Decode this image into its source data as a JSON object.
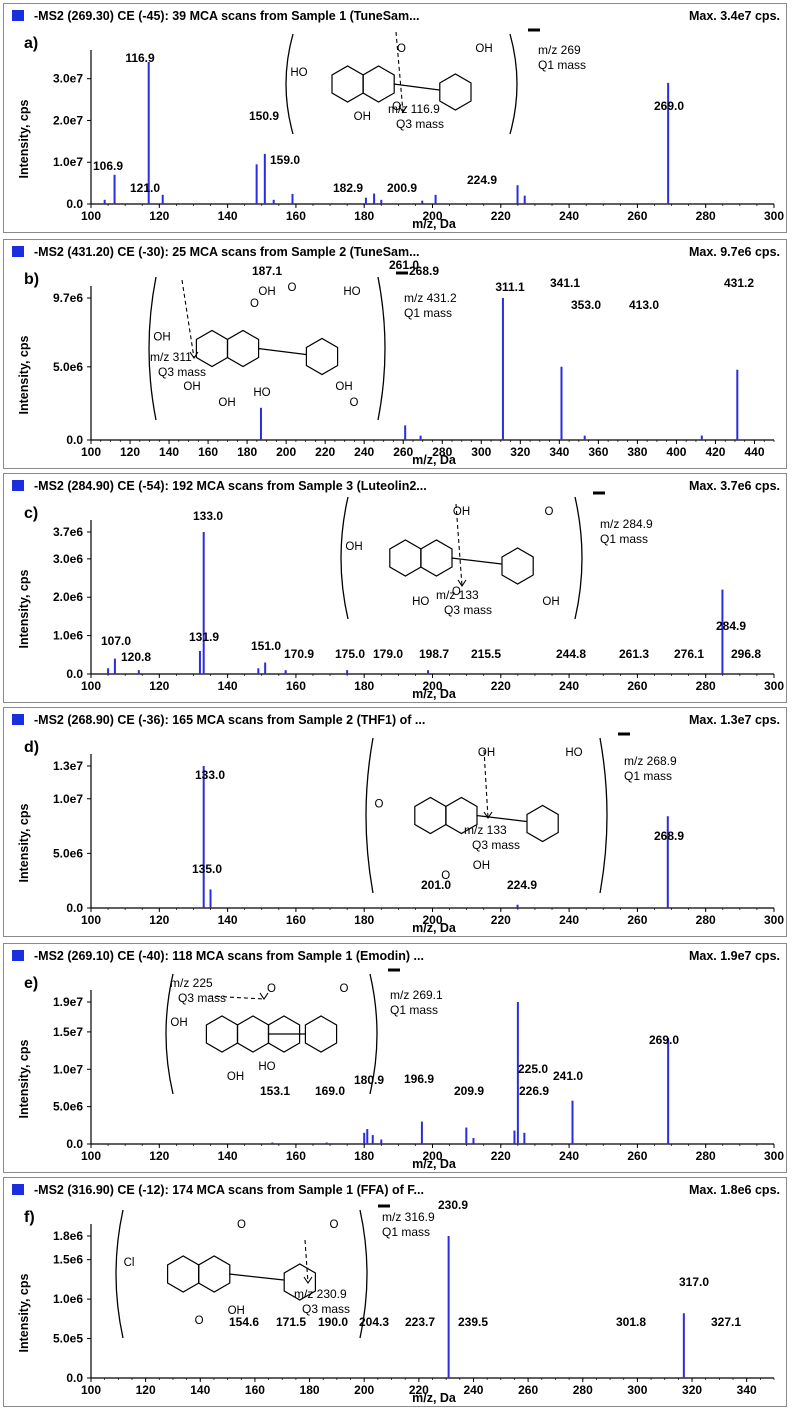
{
  "chart_data": [
    {
      "type": "bar",
      "panel_label": "a)",
      "header": "-MS2 (269.30) CE (-45): 39 MCA scans from Sample 1 (TuneSam...",
      "max_label": "Max. 3.4e7 cps.",
      "xlabel": "m/z, Da",
      "ylabel": "Intensity, cps",
      "xlim": [
        100,
        300
      ],
      "ylim": [
        0,
        34000000.0
      ],
      "xticks": [
        100,
        120,
        140,
        160,
        180,
        200,
        220,
        240,
        260,
        280,
        300
      ],
      "yticks": [
        {
          "v": 0,
          "label": "0.0"
        },
        {
          "v": 10000000.0,
          "label": "1.0e7"
        },
        {
          "v": 20000000.0,
          "label": "2.0e7"
        },
        {
          "v": 30000000.0,
          "label": "3.0e7"
        }
      ],
      "peaks": [
        {
          "x": 104,
          "y": 1000000.0
        },
        {
          "x": 106.9,
          "y": 7000000.0
        },
        {
          "x": 116.9,
          "y": 34000000.0
        },
        {
          "x": 121.0,
          "y": 2200000.0
        },
        {
          "x": 148.5,
          "y": 9500000.0
        },
        {
          "x": 150.9,
          "y": 12000000.0
        },
        {
          "x": 153.5,
          "y": 1000000.0
        },
        {
          "x": 159.0,
          "y": 2400000.0
        },
        {
          "x": 180.5,
          "y": 1500000.0
        },
        {
          "x": 182.9,
          "y": 2500000.0
        },
        {
          "x": 185,
          "y": 1000000.0
        },
        {
          "x": 197,
          "y": 800000.0
        },
        {
          "x": 200.9,
          "y": 2200000.0
        },
        {
          "x": 224.9,
          "y": 4500000.0
        },
        {
          "x": 227,
          "y": 2000000.0
        },
        {
          "x": 269.0,
          "y": 29000000.0
        }
      ],
      "peak_labels": [
        "106.9",
        "116.9",
        "121.0",
        "150.9",
        "159.0",
        "182.9",
        "200.9",
        "224.9",
        "269.0"
      ],
      "precursor_label": "m/z 269",
      "precursor_sub": "Q1 mass",
      "fragment_label": "m/z 116.9",
      "fragment_sub": "Q3 mass",
      "structure_labels": [
        "HO",
        "OH",
        "OH",
        "O",
        "O"
      ]
    },
    {
      "type": "bar",
      "panel_label": "b)",
      "header": "-MS2 (431.20) CE (-30): 25 MCA scans from Sample 2 (TuneSam...",
      "max_label": "Max. 9.7e6 cps.",
      "xlabel": "m/z, Da",
      "ylabel": "Intensity, cps",
      "xlim": [
        100,
        450
      ],
      "ylim": [
        0,
        9700000.0
      ],
      "xticks": [
        100,
        120,
        140,
        160,
        180,
        200,
        220,
        240,
        260,
        280,
        300,
        320,
        340,
        360,
        380,
        400,
        420,
        440
      ],
      "yticks": [
        {
          "v": 0,
          "label": "0.0"
        },
        {
          "v": 5000000.0,
          "label": "5.0e6"
        },
        {
          "v": 9700000.0,
          "label": "9.7e6"
        }
      ],
      "peaks": [
        {
          "x": 187.1,
          "y": 2200000.0
        },
        {
          "x": 261.0,
          "y": 1000000.0
        },
        {
          "x": 268.9,
          "y": 300000.0
        },
        {
          "x": 311.1,
          "y": 9700000.0
        },
        {
          "x": 341.1,
          "y": 5000000.0
        },
        {
          "x": 353.0,
          "y": 300000.0
        },
        {
          "x": 413.0,
          "y": 300000.0
        },
        {
          "x": 431.2,
          "y": 4800000.0
        }
      ],
      "peak_labels": [
        "187.1",
        "261.0",
        "268.9",
        "311.1",
        "341.1",
        "353.0",
        "413.0",
        "431.2"
      ],
      "precursor_label": "m/z 431.2",
      "precursor_sub": "Q1 mass",
      "fragment_label": "m/z 311",
      "fragment_sub": "Q3 mass",
      "structure_labels": [
        "OH",
        "HO",
        "OH",
        "HO",
        "OH",
        "O",
        "OH",
        "O",
        "O",
        "OH"
      ]
    },
    {
      "type": "bar",
      "panel_label": "c)",
      "header": "-MS2 (284.90) CE (-54): 192 MCA scans from Sample 3 (Luteolin2...",
      "max_label": "Max. 3.7e6 cps.",
      "xlabel": "m/z, Da",
      "ylabel": "Intensity, cps",
      "xlim": [
        100,
        300
      ],
      "ylim": [
        0,
        3700000.0
      ],
      "xticks": [
        100,
        120,
        140,
        160,
        180,
        200,
        220,
        240,
        260,
        280,
        300
      ],
      "yticks": [
        {
          "v": 0,
          "label": "0.0"
        },
        {
          "v": 1000000.0,
          "label": "1.0e6"
        },
        {
          "v": 2000000.0,
          "label": "2.0e6"
        },
        {
          "v": 3000000.0,
          "label": "3.0e6"
        },
        {
          "v": 3700000.0,
          "label": "3.7e6"
        }
      ],
      "peaks": [
        {
          "x": 105,
          "y": 150000.0
        },
        {
          "x": 107.0,
          "y": 400000.0
        },
        {
          "x": 114,
          "y": 100000.0
        },
        {
          "x": 131.9,
          "y": 600000.0
        },
        {
          "x": 133.0,
          "y": 3700000.0
        },
        {
          "x": 149,
          "y": 150000.0
        },
        {
          "x": 151.0,
          "y": 300000.0
        },
        {
          "x": 157,
          "y": 100000.0
        },
        {
          "x": 175.0,
          "y": 100000.0
        },
        {
          "x": 198.7,
          "y": 100000.0
        },
        {
          "x": 284.9,
          "y": 2200000.0
        }
      ],
      "peak_labels": [
        "107.0",
        "120.8",
        "131.9",
        "133.0",
        "151.0",
        "170.9",
        "175.0",
        "179.0",
        "198.7",
        "215.5",
        "244.8",
        "261.3",
        "276.1",
        "284.9",
        "296.8"
      ],
      "precursor_label": "m/z 284.9",
      "precursor_sub": "Q1 mass",
      "fragment_label": "m/z 133",
      "fragment_sub": "Q3 mass",
      "structure_labels": [
        "OH",
        "O",
        "HO",
        "O",
        "OH",
        "OH"
      ]
    },
    {
      "type": "bar",
      "panel_label": "d)",
      "header": "-MS2 (268.90) CE (-36): 165 MCA scans from Sample 2 (THF1) of ...",
      "max_label": "Max. 1.3e7 cps.",
      "xlabel": "m/z, Da",
      "ylabel": "Intensity, cps",
      "xlim": [
        100,
        300
      ],
      "ylim": [
        0,
        13000000.0
      ],
      "xticks": [
        100,
        120,
        140,
        160,
        180,
        200,
        220,
        240,
        260,
        280,
        300
      ],
      "yticks": [
        {
          "v": 0,
          "label": "0.0"
        },
        {
          "v": 5000000.0,
          "label": "5.0e6"
        },
        {
          "v": 10000000.0,
          "label": "1.0e7"
        },
        {
          "v": 13000000.0,
          "label": "1.3e7"
        }
      ],
      "peaks": [
        {
          "x": 133.0,
          "y": 13000000.0
        },
        {
          "x": 135.0,
          "y": 1700000.0
        },
        {
          "x": 201.0,
          "y": 50000.0
        },
        {
          "x": 224.9,
          "y": 300000.0
        },
        {
          "x": 268.9,
          "y": 8400000.0
        }
      ],
      "peak_labels": [
        "133.0",
        "135.0",
        "201.0",
        "224.9",
        "268.9"
      ],
      "precursor_label": "m/z 268.9",
      "precursor_sub": "Q1 mass",
      "fragment_label": "m/z 133",
      "fragment_sub": "Q3 mass",
      "structure_labels": [
        "O",
        "HO",
        "O",
        "OH",
        "OH"
      ]
    },
    {
      "type": "bar",
      "panel_label": "e)",
      "header": "-MS2 (269.10) CE (-40): 118 MCA scans from Sample 1 (Emodin) ...",
      "max_label": "Max. 1.9e7 cps.",
      "xlabel": "m/z, Da",
      "ylabel": "Intensity, cps",
      "xlim": [
        100,
        300
      ],
      "ylim": [
        0,
        19000000.0
      ],
      "xticks": [
        100,
        120,
        140,
        160,
        180,
        200,
        220,
        240,
        260,
        280,
        300
      ],
      "yticks": [
        {
          "v": 0,
          "label": "0.0"
        },
        {
          "v": 5000000.0,
          "label": "5.0e6"
        },
        {
          "v": 10000000.0,
          "label": "1.0e7"
        },
        {
          "v": 15000000.0,
          "label": "1.5e7"
        },
        {
          "v": 19000000.0,
          "label": "1.9e7"
        }
      ],
      "peaks": [
        {
          "x": 153.1,
          "y": 200000.0
        },
        {
          "x": 169.0,
          "y": 200000.0
        },
        {
          "x": 180.0,
          "y": 1500000.0
        },
        {
          "x": 180.9,
          "y": 2000000.0
        },
        {
          "x": 182.5,
          "y": 1200000.0
        },
        {
          "x": 185,
          "y": 600000.0
        },
        {
          "x": 196.9,
          "y": 3000000.0
        },
        {
          "x": 209.9,
          "y": 2200000.0
        },
        {
          "x": 212,
          "y": 800000.0
        },
        {
          "x": 224.0,
          "y": 1800000.0
        },
        {
          "x": 225.0,
          "y": 19000000.0
        },
        {
          "x": 226.9,
          "y": 1500000.0
        },
        {
          "x": 241.0,
          "y": 5800000.0
        },
        {
          "x": 269.0,
          "y": 14200000.0
        }
      ],
      "peak_labels": [
        "153.1",
        "169.0",
        "180.9",
        "196.9",
        "209.9",
        "225.0",
        "226.9",
        "241.0",
        "269.0"
      ],
      "precursor_label": "m/z 269.1",
      "precursor_sub": "Q1 mass",
      "fragment_label": "m/z 225",
      "fragment_sub": "Q3 mass",
      "structure_labels": [
        "OH",
        "O",
        "OH",
        "HO",
        "O"
      ]
    },
    {
      "type": "bar",
      "panel_label": "f)",
      "header": "-MS2 (316.90) CE (-12): 174 MCA scans from Sample 1 (FFA) of F...",
      "max_label": "Max. 1.8e6 cps.",
      "xlabel": "m/z, Da",
      "ylabel": "Intensity, cps",
      "xlim": [
        100,
        350
      ],
      "ylim": [
        0,
        1800000.0
      ],
      "xticks": [
        100,
        120,
        140,
        160,
        180,
        200,
        220,
        240,
        260,
        280,
        300,
        320,
        340
      ],
      "yticks": [
        {
          "v": 0,
          "label": "0.0"
        },
        {
          "v": 500000.0,
          "label": "5.0e5"
        },
        {
          "v": 1000000.0,
          "label": "1.0e6"
        },
        {
          "v": 1500000.0,
          "label": "1.5e6"
        },
        {
          "v": 1800000.0,
          "label": "1.8e6"
        }
      ],
      "peaks": [
        {
          "x": 230.9,
          "y": 1800000.0
        },
        {
          "x": 317.0,
          "y": 820000.0
        }
      ],
      "peak_labels": [
        "154.6",
        "171.5",
        "190.0",
        "204.3",
        "223.7",
        "230.9",
        "239.5",
        "301.8",
        "317.0",
        "327.1"
      ],
      "precursor_label": "m/z 316.9",
      "precursor_sub": "Q1 mass",
      "fragment_label": "m/z 230.9",
      "fragment_sub": "Q3 mass",
      "structure_labels": [
        "Cl",
        "O",
        "O",
        "OH",
        "O"
      ]
    }
  ]
}
